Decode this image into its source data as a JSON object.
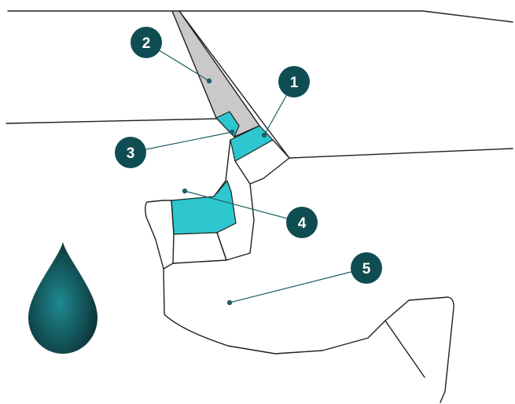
{
  "colors": {
    "accent_region": "#2ec7cf",
    "gray_region": "#c9c9c9",
    "badge": "#0f4d52",
    "leader": "#1d5f63",
    "drop_top": "#1d8088",
    "drop_bottom": "#0c3438"
  },
  "icons": {
    "drop": "water-drop-icon"
  },
  "callouts": [
    {
      "id": "callout-1",
      "label": "1"
    },
    {
      "id": "callout-2",
      "label": "2"
    },
    {
      "id": "callout-3",
      "label": "3"
    },
    {
      "id": "callout-4",
      "label": "4"
    },
    {
      "id": "callout-5",
      "label": "5"
    }
  ]
}
